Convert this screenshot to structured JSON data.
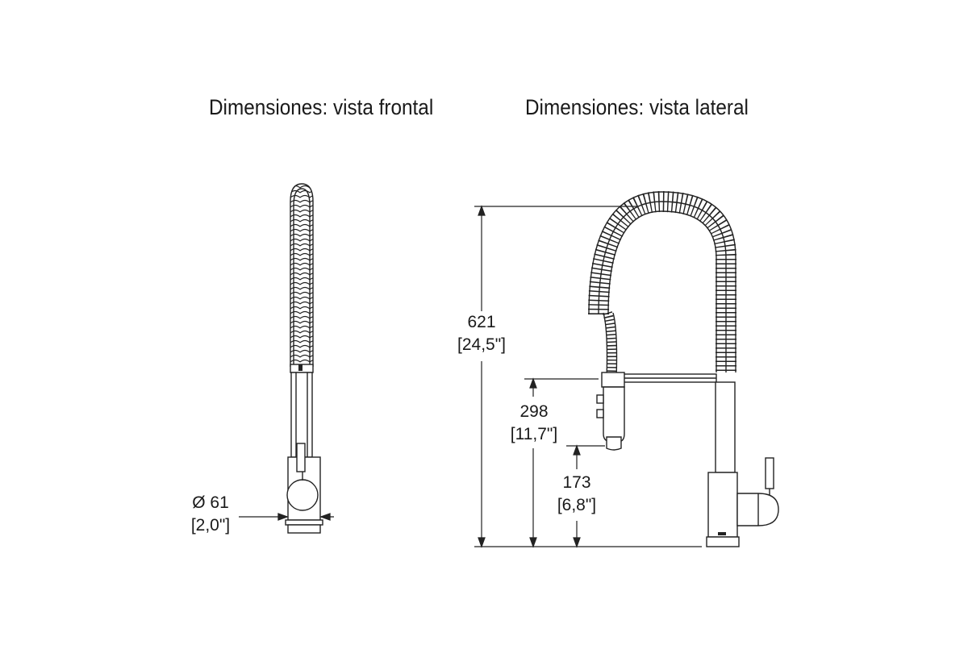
{
  "titles": {
    "front": "Dimensiones: vista frontal",
    "side": "Dimensiones: vista lateral"
  },
  "dimensions": {
    "diameter": {
      "mm": "Ø 61",
      "inch": "[2,0\"]"
    },
    "total_height": {
      "mm": "621",
      "inch": "[24,5\"]"
    },
    "spout_height": {
      "mm": "298",
      "inch": "[11,7\"]"
    },
    "spray_height": {
      "mm": "173",
      "inch": "[6,8\"]"
    }
  }
}
